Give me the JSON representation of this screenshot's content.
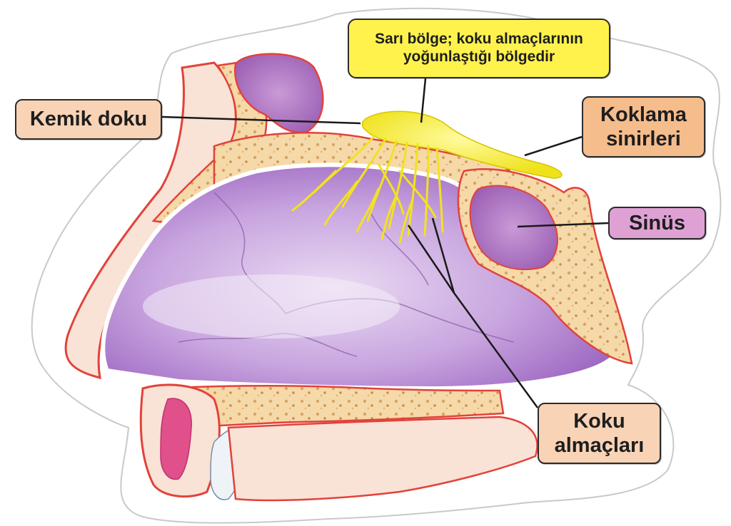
{
  "labels": {
    "kemik_doku": "Kemik doku",
    "sari_bolge": "Sarı bölge; koku almaçlarının\nyoğunlaştığı bölgedir",
    "koklama_sinirleri": "Koklama\nsinirleri",
    "sinus": "Sinüs",
    "koku_almaclari": "Koku\nalmaçları"
  },
  "colors": {
    "cavity": "#b98ad2",
    "cavity_light": "#e3cdef",
    "bone": "#f5d6a6",
    "bone_spots": "#d9a362",
    "skin": "#f9e2d6",
    "tissue_edge": "#e2423a",
    "olfactory_yellow": "#f7ee2e",
    "kemik_label": "#f9d3b6",
    "sari_label": "#fff24d",
    "koklama_label": "#f5bc8c",
    "sinus_label": "#dfa1d4",
    "koku_label": "#f9d3b6"
  }
}
